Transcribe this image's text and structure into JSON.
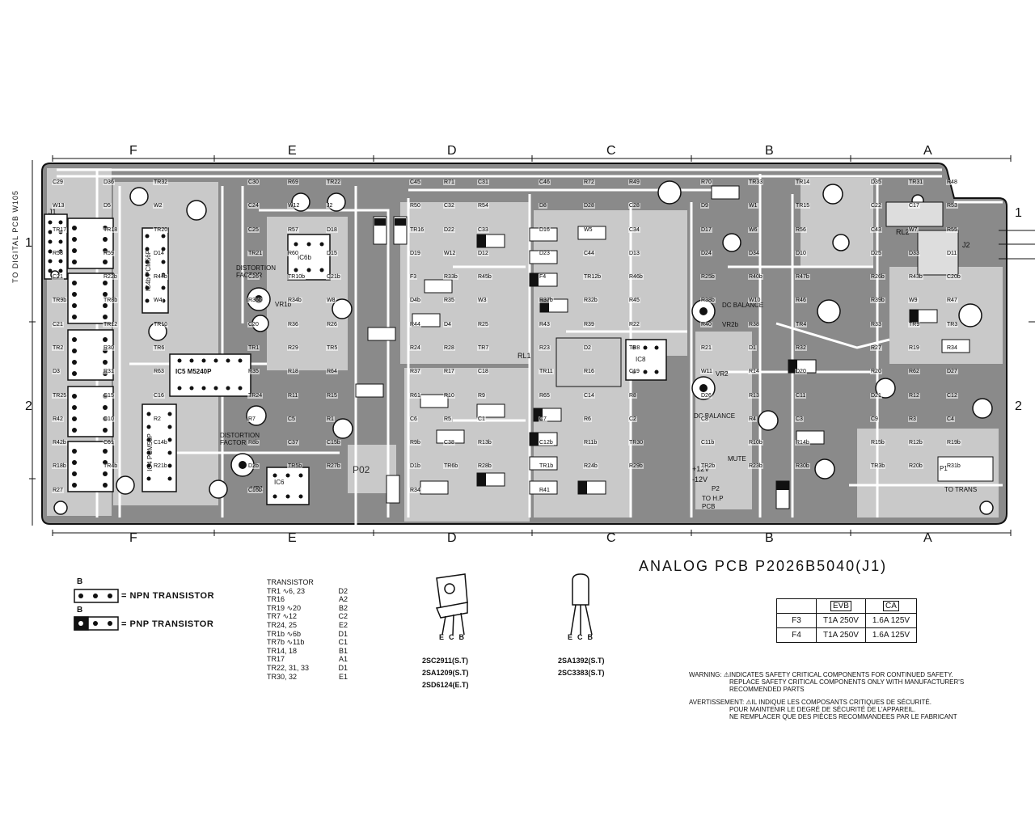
{
  "grid_top": [
    "F",
    "E",
    "D",
    "C",
    "B",
    "A"
  ],
  "grid_bottom": [
    "F",
    "E",
    "D",
    "C",
    "B",
    "A"
  ],
  "rows": [
    "1",
    "2"
  ],
  "side_label": "TO DIGITAL PCB W105",
  "pcb_title": "ANALOG PCB P2026B5040(J1)",
  "legend": {
    "b_label": "B",
    "npn": "= NPN TRANSISTOR",
    "pnp": "= PNP TRANSISTOR"
  },
  "transistor_header": "TRANSISTOR",
  "transistors": [
    {
      "name": "TR1 ∿6, 23",
      "loc": "D2"
    },
    {
      "name": "TR16",
      "loc": "A2"
    },
    {
      "name": "TR19 ∿20",
      "loc": "B2"
    },
    {
      "name": "TR7 ∿12",
      "loc": "C2"
    },
    {
      "name": "TR24, 25",
      "loc": "E2"
    },
    {
      "name": "TR1b ∿6b",
      "loc": "D1"
    },
    {
      "name": "TR7b ∿11b",
      "loc": "C1"
    },
    {
      "name": "TR14, 18",
      "loc": "B1"
    },
    {
      "name": "TR17",
      "loc": "A1"
    },
    {
      "name": "TR22, 31, 33",
      "loc": "D1"
    },
    {
      "name": "TR30, 32",
      "loc": "E1"
    }
  ],
  "package_a": {
    "pins": [
      "E",
      "C",
      "B"
    ],
    "parts": [
      "2SC2911(S.T)",
      "2SA1209(S.T)",
      "2SD6124(E.T)"
    ]
  },
  "package_b": {
    "pins": [
      "E",
      "C",
      "B"
    ],
    "parts": [
      "2SA1392(S.T)",
      "2SC3383(S.T)"
    ]
  },
  "fuse_table": {
    "headers": [
      "EVB",
      "CA"
    ],
    "rows": [
      {
        "ref": "F3",
        "evb": "T1A 250V",
        "ca": "1.6A 125V"
      },
      {
        "ref": "F4",
        "evb": "T1A 250V",
        "ca": "1.6A 125V"
      }
    ]
  },
  "warning": {
    "label": "WARNING: ⚠INDICATES SAFETY CRITICAL COMPONENTS FOR CONTINUED SAFETY.",
    "line2": "REPLACE SAFETY CRITICAL COMPONENTS ONLY WITH MANUFACTURER'S",
    "line3": "RECOMMENDED PARTS"
  },
  "avertissement": {
    "label": "AVERTISSEMENT: ⚠IL INDIQUE LES COMPOSANTS CRITIQUES DE SÉCURITÉ.",
    "line2": "POUR MAINTENIR LE DEGRÉ DE SÉCURITÉ DE L'APPAREIL.",
    "line3": "NE REMPLACER QUE DES PIÈCES RECOMMANDEES PAR LE FABRICANT"
  },
  "board_labels": {
    "ic5": "IC5 M5240P",
    "ic4b": "IC4b PCM56P",
    "ic4": "IC4 PCM56P",
    "ic8": "IC8",
    "ic6": "IC6",
    "ic6b": "IC6b",
    "dist1": "DISTORTION FACTOR",
    "dist2": "DISTORTION FACTOR",
    "dcbal1": "DC BALANCE",
    "dcbal2": "DC BALANCE",
    "p02": "P02",
    "to_hp": "TO H.P",
    "pcb": "PCB",
    "to_trans": "TO TRANS",
    "plus12": "+12V",
    "minus12": "-12V",
    "j1": "J1",
    "j2": "J2",
    "rl1": "RL1",
    "rl2": "RL2",
    "mute": "MUTE",
    "p2": "P2",
    "p1": "P1",
    "vr1": "VR1",
    "vr2": "VR2",
    "vr1b": "VR1b",
    "vr2b": "VR2b"
  },
  "component_labels": [
    "C29",
    "C30",
    "C45",
    "C46",
    "R70",
    "D35",
    "D36",
    "R69",
    "R71",
    "R72",
    "TR33",
    "TR31",
    "TR32",
    "TR22",
    "C31",
    "R49",
    "TR14",
    "R48",
    "W13",
    "C24",
    "R50",
    "D8",
    "D9",
    "C22",
    "D5",
    "W12",
    "C32",
    "D28",
    "W1",
    "C17",
    "W2",
    "J2",
    "R54",
    "C28",
    "TR15",
    "R53",
    "TR17",
    "C25",
    "TR16",
    "D16",
    "D17",
    "C43",
    "TR18",
    "R57",
    "D22",
    "W5",
    "W6",
    "W7",
    "TR20",
    "D18",
    "C33",
    "C34",
    "R56",
    "R55",
    "R58",
    "TR21",
    "D19",
    "D23",
    "D24",
    "D25",
    "R59",
    "R60",
    "W12",
    "C44",
    "D34",
    "D33",
    "D14",
    "D15",
    "D12",
    "D13",
    "D10",
    "D11",
    "C21",
    "C26",
    "F3",
    "F4",
    "R25b",
    "R26b",
    "R22b",
    "TR10b",
    "R33b",
    "TR12b",
    "R40b",
    "R43b",
    "R44b",
    "C21b",
    "R45b",
    "R46b",
    "R47b",
    "C20b",
    "TR9b",
    "R36b",
    "D4b",
    "R37b",
    "R38b",
    "R39b",
    "TR8b",
    "R34b",
    "R35",
    "R32b",
    "W10",
    "W9",
    "W4",
    "W8",
    "W3",
    "R45",
    "R46",
    "R47",
    "C21",
    "C20",
    "R44",
    "R43",
    "R40",
    "R33",
    "TR12",
    "R36",
    "D4",
    "R39",
    "R38",
    "TR9",
    "TR10",
    "R26",
    "R25",
    "R22",
    "TR4",
    "TR3",
    "TR2",
    "TR1",
    "R24",
    "R23",
    "R21",
    "R27",
    "R30",
    "R29",
    "R28",
    "D2",
    "D1",
    "R19",
    "TR6",
    "TR5",
    "TR7",
    "TR8",
    "R32",
    "R34",
    "D3",
    "R35",
    "R37",
    "TR11",
    "W11",
    "R20",
    "R31",
    "R18",
    "R17",
    "R16",
    "R14",
    "R62",
    "R63",
    "R64",
    "C18",
    "C19",
    "D20",
    "D27",
    "TR25",
    "TR24",
    "R61",
    "R65",
    "D26",
    "D21",
    "C15",
    "R11",
    "R10",
    "C14",
    "R13",
    "R12",
    "C16",
    "R15",
    "R9",
    "R8",
    "C11",
    "C12",
    "R42",
    "R7",
    "C6",
    "C7",
    "C8",
    "C9",
    "C10",
    "C5",
    "R5",
    "R6",
    "R4",
    "R3",
    "R2",
    "R1",
    "C1",
    "C2",
    "C3",
    "C4",
    "R42b",
    "R8b",
    "R9b",
    "C12b",
    "C11b",
    "R15b",
    "C61",
    "C37",
    "C38",
    "R11b",
    "R10b",
    "R12b",
    "C14b",
    "C15b",
    "R13b",
    "TR30",
    "R14b",
    "R19b",
    "R18b",
    "D2b",
    "D1b",
    "TR1b",
    "TR2b",
    "TR3b",
    "TR4b",
    "TR5b",
    "TR6b",
    "R24b",
    "R23b",
    "R20b",
    "R21b",
    "R27b",
    "R28b",
    "R29b",
    "R30b",
    "R31b",
    "R27",
    "C16b",
    "R34",
    "R41"
  ]
}
